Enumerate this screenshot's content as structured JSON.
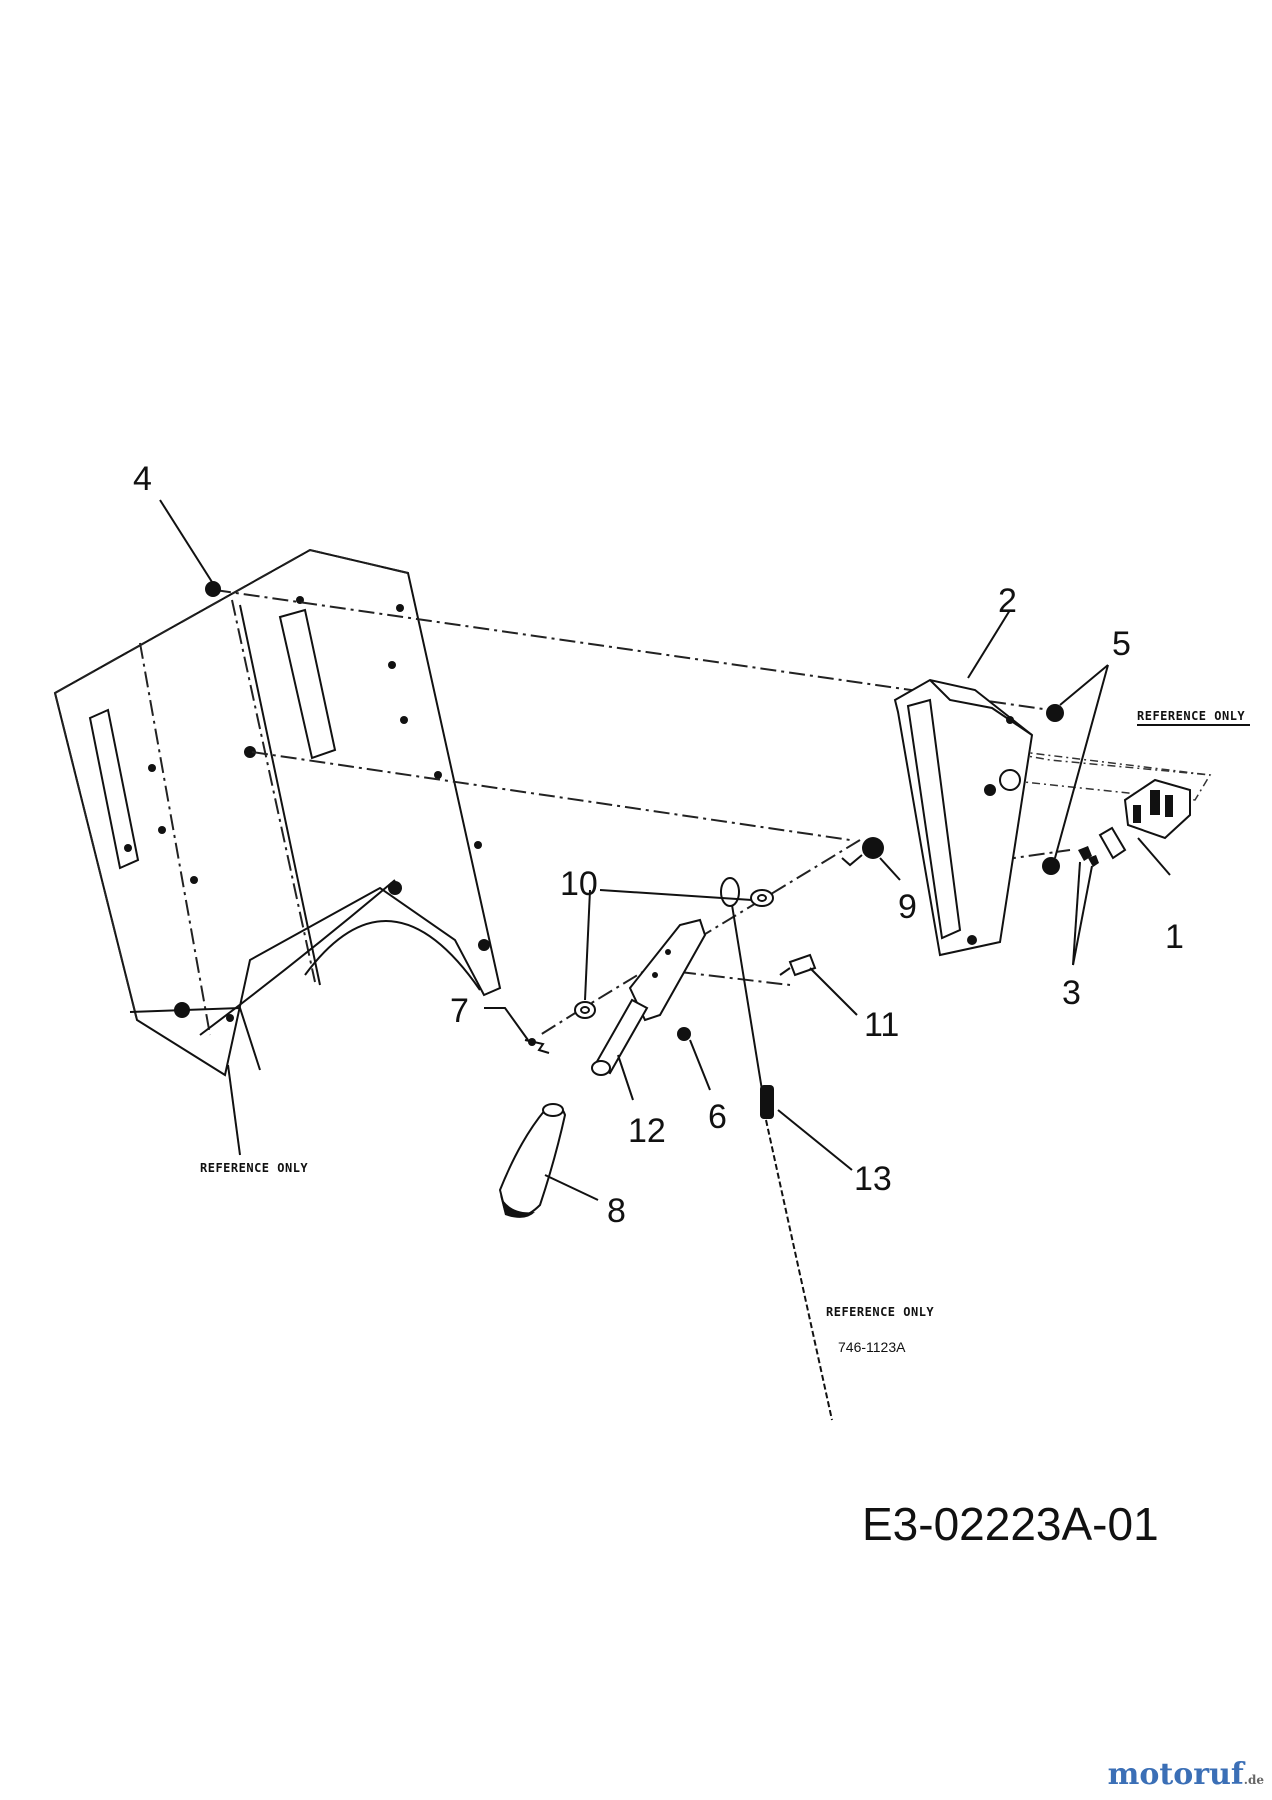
{
  "diagram": {
    "callouts": {
      "c1": "1",
      "c2": "2",
      "c3": "3",
      "c4": "4",
      "c5": "5",
      "c6": "6",
      "c7": "7",
      "c8": "8",
      "c9": "9",
      "c10": "10",
      "c11": "11",
      "c12": "12",
      "c13": "13"
    },
    "reference_labels": {
      "right": "REFERENCE ONLY",
      "left": "REFERENCE ONLY",
      "cable": "REFERENCE ONLY"
    },
    "cable_part_number": "746-1123A",
    "drawing_code": "E3-02223A-01"
  },
  "watermark": {
    "brand": "motoruf",
    "suffix": ".de"
  }
}
